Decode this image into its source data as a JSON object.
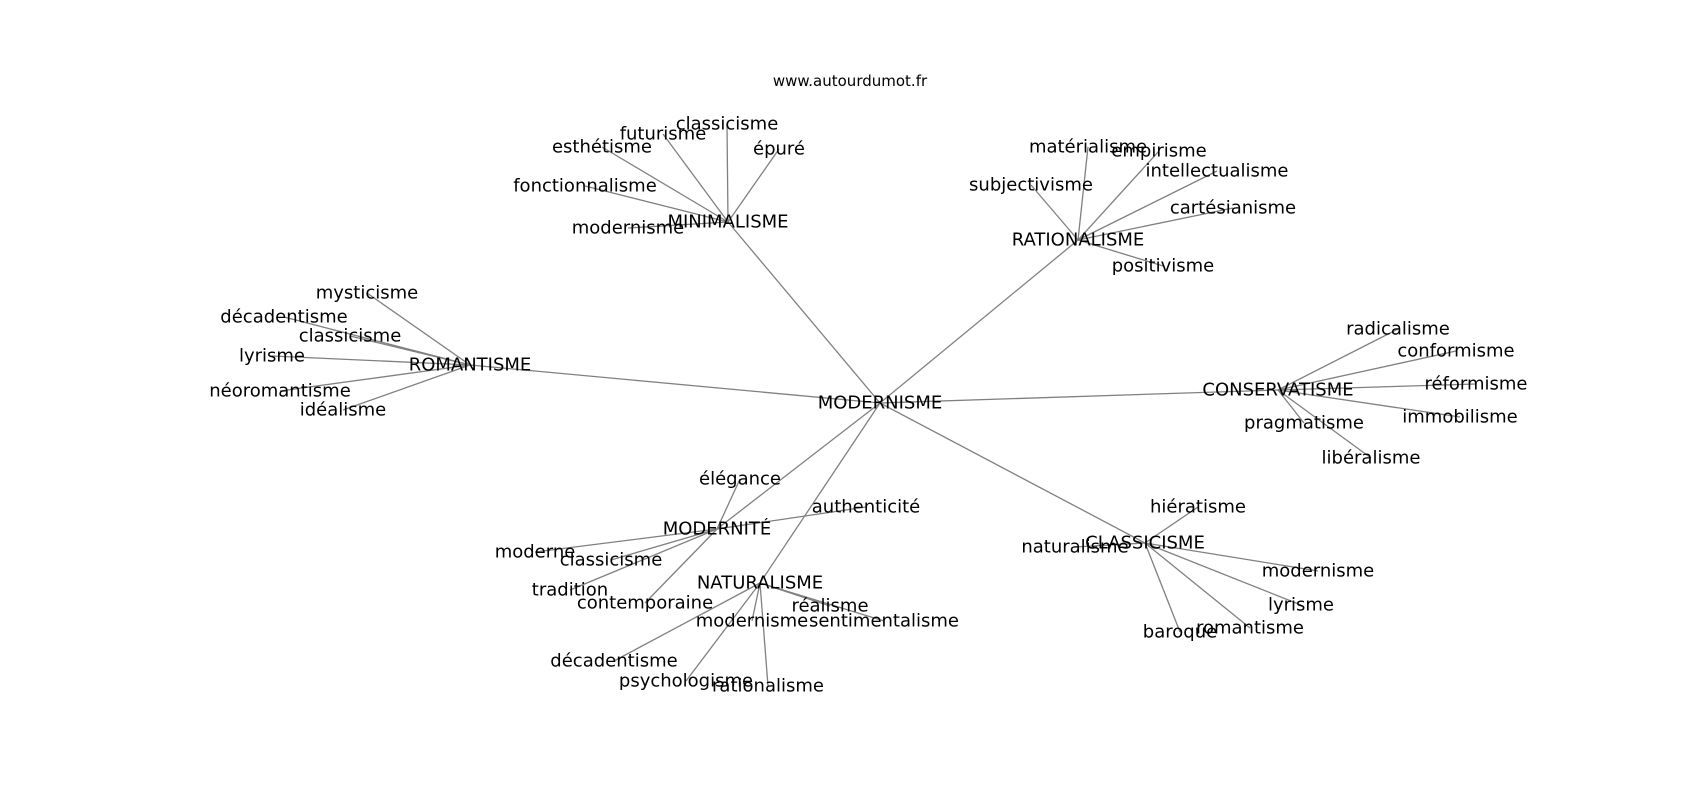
{
  "source": "www.autourdumot.fr",
  "graph": {
    "root": "MODERNISME",
    "clusters": [
      {
        "label": "MINIMALISME",
        "children": [
          "classicisme",
          "futurisme",
          "esthétisme",
          "épuré",
          "fonctionnalisme",
          "modernisme"
        ]
      },
      {
        "label": "RATIONALISME",
        "children": [
          "matérialisme",
          "empirisme",
          "intellectualisme",
          "subjectivisme",
          "cartésianisme",
          "positivisme"
        ]
      },
      {
        "label": "ROMANTISME",
        "children": [
          "mysticisme",
          "décadentisme",
          "classicisme",
          "lyrisme",
          "néoromantisme",
          "idéalisme"
        ]
      },
      {
        "label": "CONSERVATISME",
        "children": [
          "radicalisme",
          "conformisme",
          "réformisme",
          "immobilisme",
          "pragmatisme",
          "libéralisme"
        ]
      },
      {
        "label": "MODERNITÉ",
        "children": [
          "élégance",
          "authenticité",
          "moderne",
          "classicisme",
          "tradition",
          "contemporaine"
        ]
      },
      {
        "label": "NATURALISME",
        "children": [
          "réalisme",
          "sentimentalisme",
          "modernisme",
          "décadentisme",
          "psychologisme",
          "rationalisme"
        ]
      },
      {
        "label": "CLASSICISME",
        "children": [
          "hiératisme",
          "naturalisme",
          "modernisme",
          "lyrisme",
          "romantisme",
          "baroque"
        ]
      }
    ]
  }
}
